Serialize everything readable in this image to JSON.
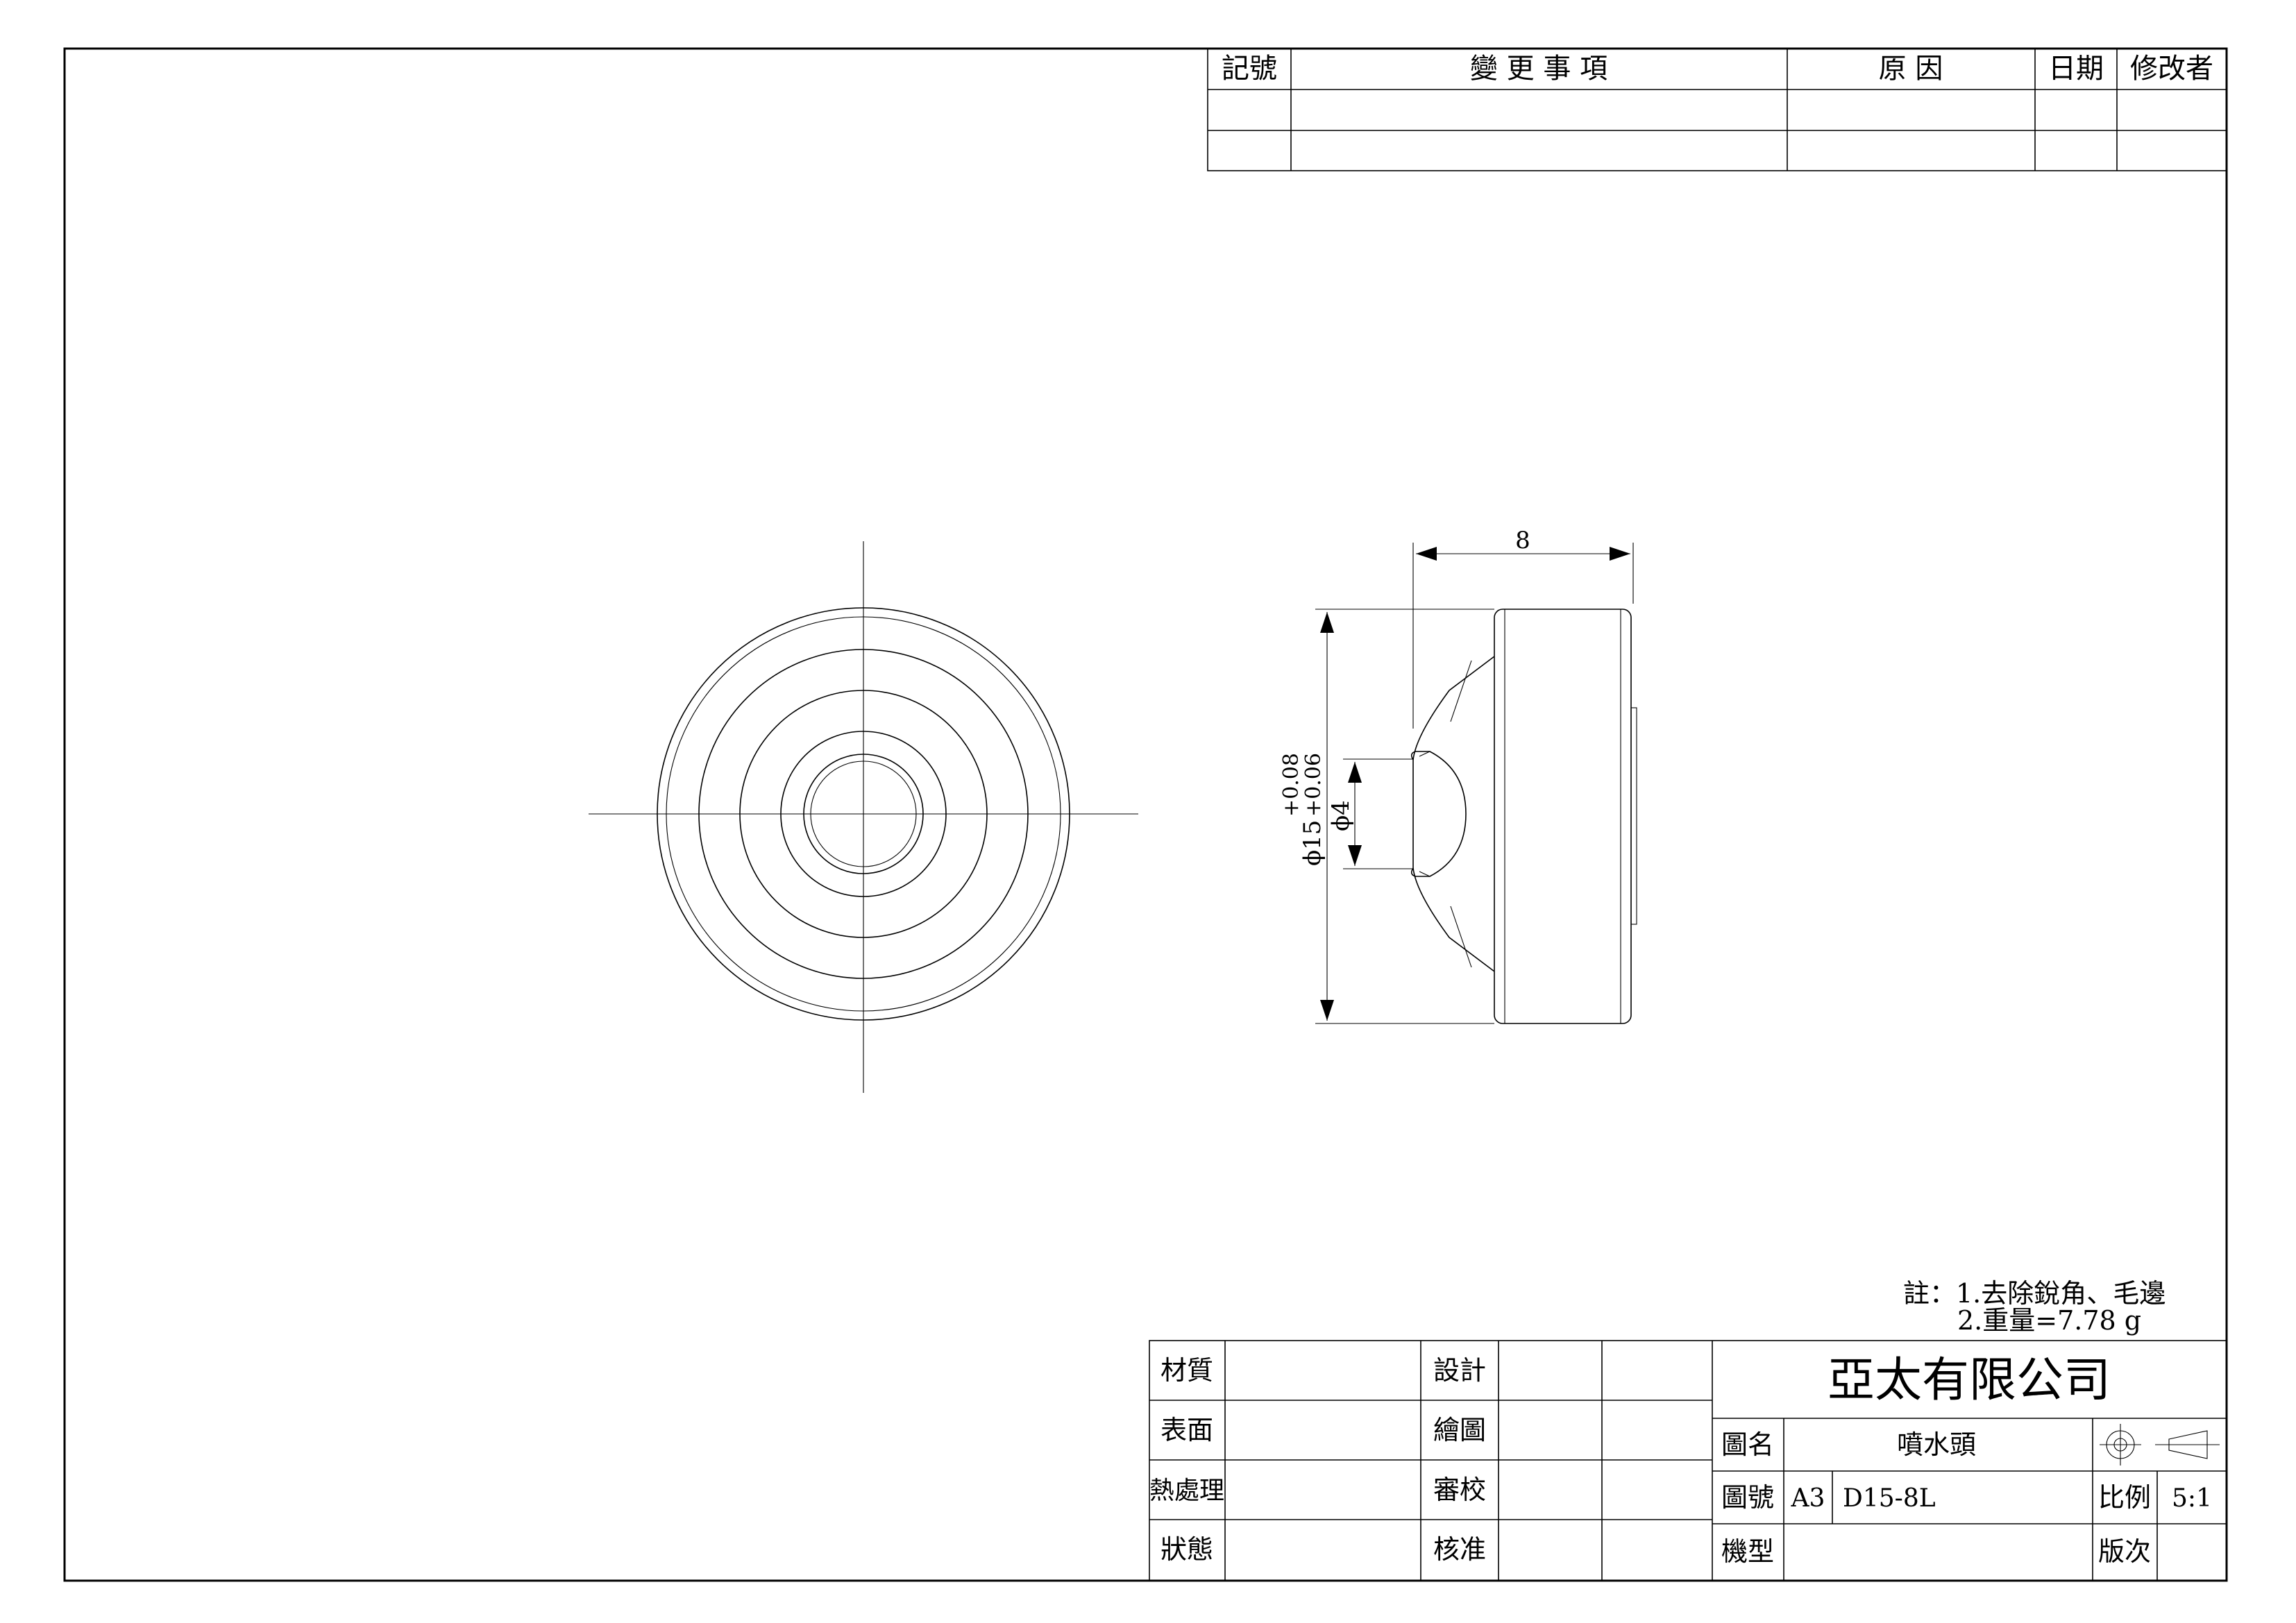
{
  "revision_table": {
    "headers": [
      "記號",
      "變 更 事 項",
      "原 因",
      "日期",
      "修改者"
    ]
  },
  "dimensions": {
    "width": "8",
    "outer_diameter": "ϕ15",
    "outer_tol_upper": "+0.08",
    "outer_tol_lower": "+0.06",
    "bore_diameter": "ϕ4"
  },
  "notes": {
    "line1": "註：1.去除銳角、毛邊",
    "line2": "2.重量=7.78 g"
  },
  "title_block": {
    "material_label": "材質",
    "surface_label": "表面",
    "heat_label": "熱處理",
    "status_label": "狀態",
    "design_label": "設計",
    "draw_label": "繪圖",
    "check_label": "審校",
    "approve_label": "核准",
    "company": "亞太有限公司",
    "name_label": "圖名",
    "name_value": "噴水頭",
    "number_label": "圖號",
    "size": "A3",
    "number_value": "D15-8L",
    "scale_label": "比例",
    "scale_value": "5:1",
    "model_label": "機型",
    "edition_label": "版次"
  }
}
